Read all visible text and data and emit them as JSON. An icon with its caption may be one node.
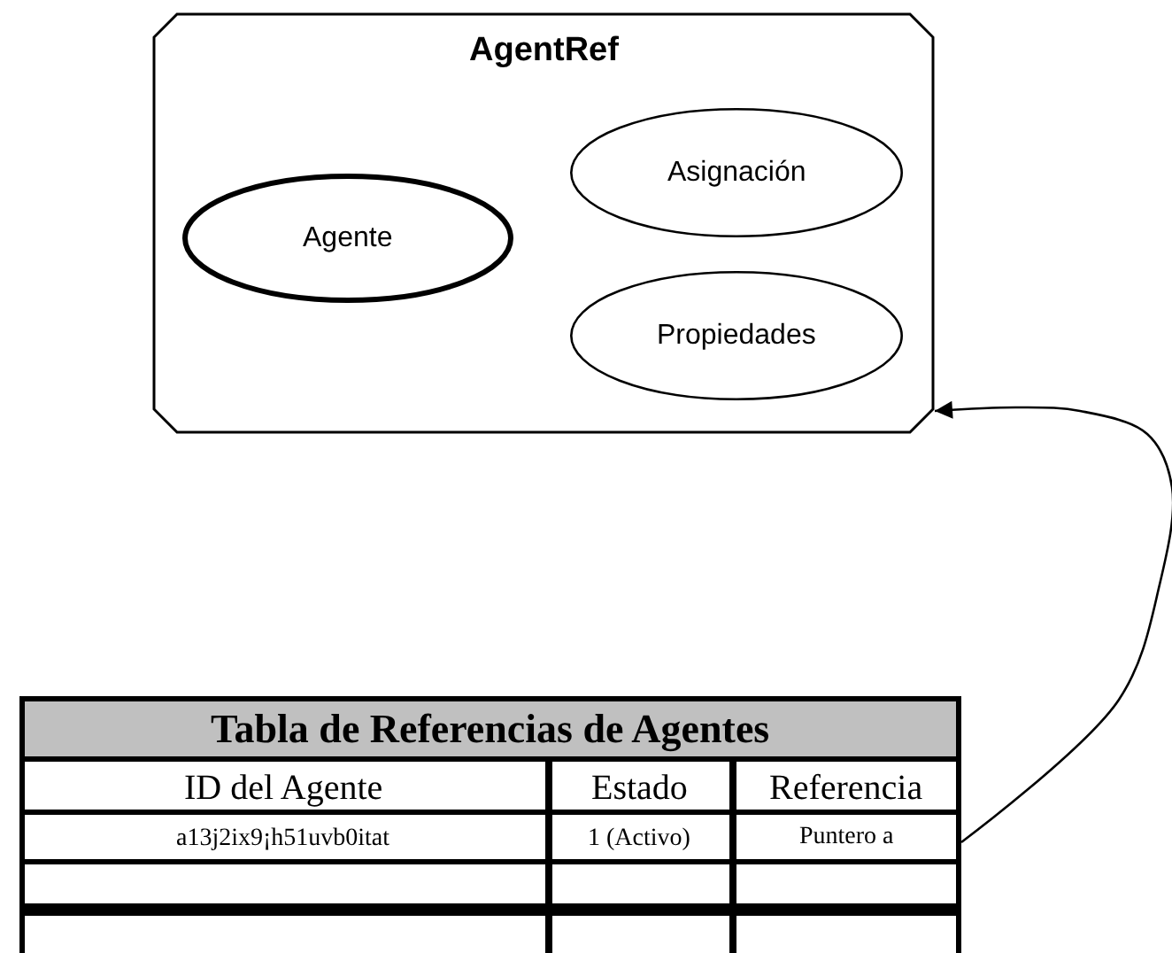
{
  "diagram": {
    "nodes": [
      {
        "text": [
          "AgentRef"
        ]
      },
      {
        "text": [
          "Agente"
        ],
        "in": 0
      },
      {
        "text": [
          "Asignación"
        ],
        "in": 0
      },
      {
        "text": [
          "Propiedades"
        ],
        "in": 0
      },
      {
        "text": [
          "Tabla de Referencias de Agentes"
        ]
      },
      {
        "text": [
          "Puntero a"
        ],
        "in": 4
      }
    ],
    "edges": [
      {
        "from": 5,
        "to": 0,
        "arrow": "to"
      }
    ],
    "labels": [
      "ID del Agente",
      "Estado",
      "Referencia",
      "a13j2ix9¡h51uvb0itat",
      "1 (Activo)"
    ]
  }
}
